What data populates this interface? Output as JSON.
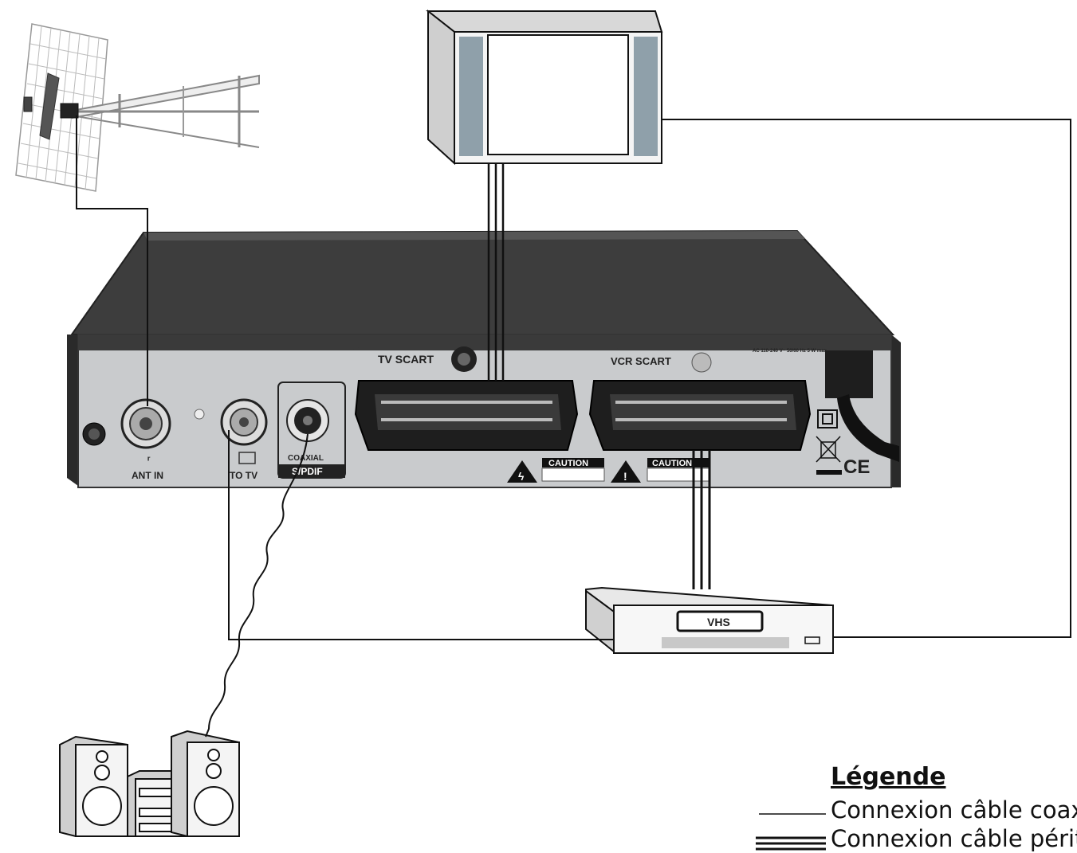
{
  "device": {
    "tv_scart_label": "TV SCART",
    "vcr_scart_label": "VCR SCART",
    "ant_in_label": "ANT IN",
    "to_tv_label": "TO TV",
    "coaxial_label": "COAXIAL",
    "spdif_label": "S/PDIF",
    "caution_label": "CAUTION",
    "power_rating": "AC 110-240 V~ 50/60 Hz 5 W max.",
    "ce_mark": "CE"
  },
  "vcr": {
    "label": "VHS"
  },
  "legend": {
    "title": "Légende",
    "items": [
      {
        "label": "Connexion câble coaxial",
        "line_style": "single"
      },
      {
        "label": "Connexion câble péritel",
        "line_style": "triple"
      }
    ]
  },
  "colors": {
    "device_top": "#3a3a3a",
    "rear_panel": "#c9cbcd",
    "line": "#111111"
  },
  "icons": [
    "antenna-icon",
    "television-icon",
    "vcr-icon",
    "hifi-system-icon",
    "warning-icon",
    "power-cable-icon"
  ]
}
